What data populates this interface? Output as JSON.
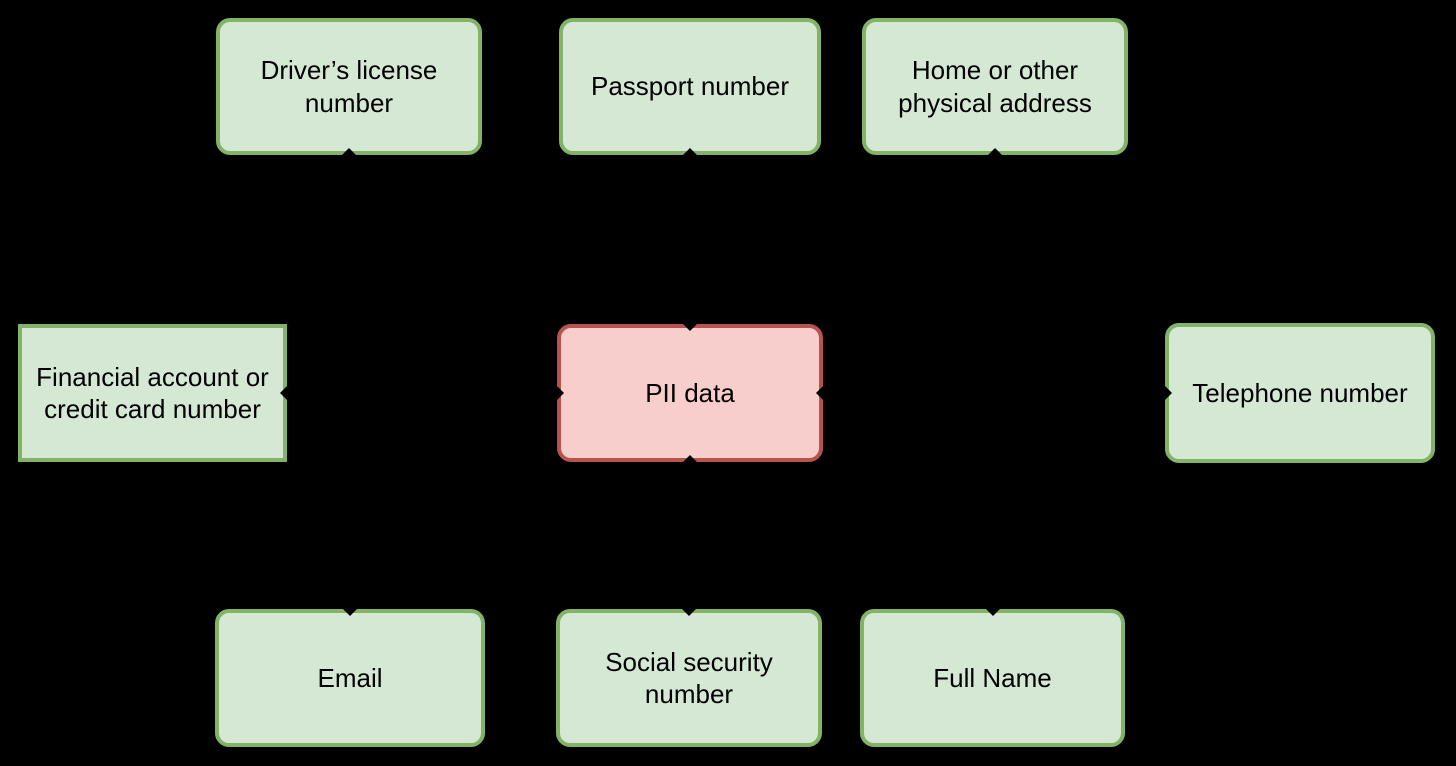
{
  "diagram": {
    "type": "concept-map",
    "center_node": "PII data",
    "nodes": {
      "driver": {
        "label": "Driver’s license\nnumber",
        "role": "category",
        "shape": "rounded-rectangle",
        "color": "green"
      },
      "passport": {
        "label": "Passport number",
        "role": "category",
        "shape": "rounded-rectangle",
        "color": "green"
      },
      "home": {
        "label": "Home or other\nphysical address",
        "role": "category",
        "shape": "rounded-rectangle",
        "color": "green"
      },
      "financial": {
        "label": "Financial account or\ncredit card number",
        "role": "category",
        "shape": "rectangle",
        "color": "green"
      },
      "pii": {
        "label": "PII data",
        "role": "center",
        "shape": "rounded-rectangle",
        "color": "red"
      },
      "telephone": {
        "label": "Telephone number",
        "role": "category",
        "shape": "rounded-rectangle",
        "color": "green"
      },
      "email": {
        "label": "Email",
        "role": "category",
        "shape": "rounded-rectangle",
        "color": "green"
      },
      "ssn": {
        "label": "Social security\nnumber",
        "role": "category",
        "shape": "rounded-rectangle",
        "color": "green"
      },
      "fullname": {
        "label": "Full Name",
        "role": "category",
        "shape": "rounded-rectangle",
        "color": "green"
      }
    },
    "edges": [
      {
        "between": [
          "driver",
          "pii"
        ]
      },
      {
        "between": [
          "passport",
          "pii"
        ]
      },
      {
        "between": [
          "home",
          "pii"
        ]
      },
      {
        "between": [
          "financial",
          "pii"
        ]
      },
      {
        "between": [
          "telephone",
          "pii"
        ]
      },
      {
        "between": [
          "email",
          "pii"
        ]
      },
      {
        "between": [
          "ssn",
          "pii"
        ]
      },
      {
        "between": [
          "fullname",
          "pii"
        ]
      }
    ],
    "colors": {
      "background": "#000000",
      "text": "#000000",
      "green_fill": "#d5e8d4",
      "green_stroke": "#82b366",
      "red_fill": "#f8cecc",
      "red_stroke": "#b85450"
    }
  }
}
